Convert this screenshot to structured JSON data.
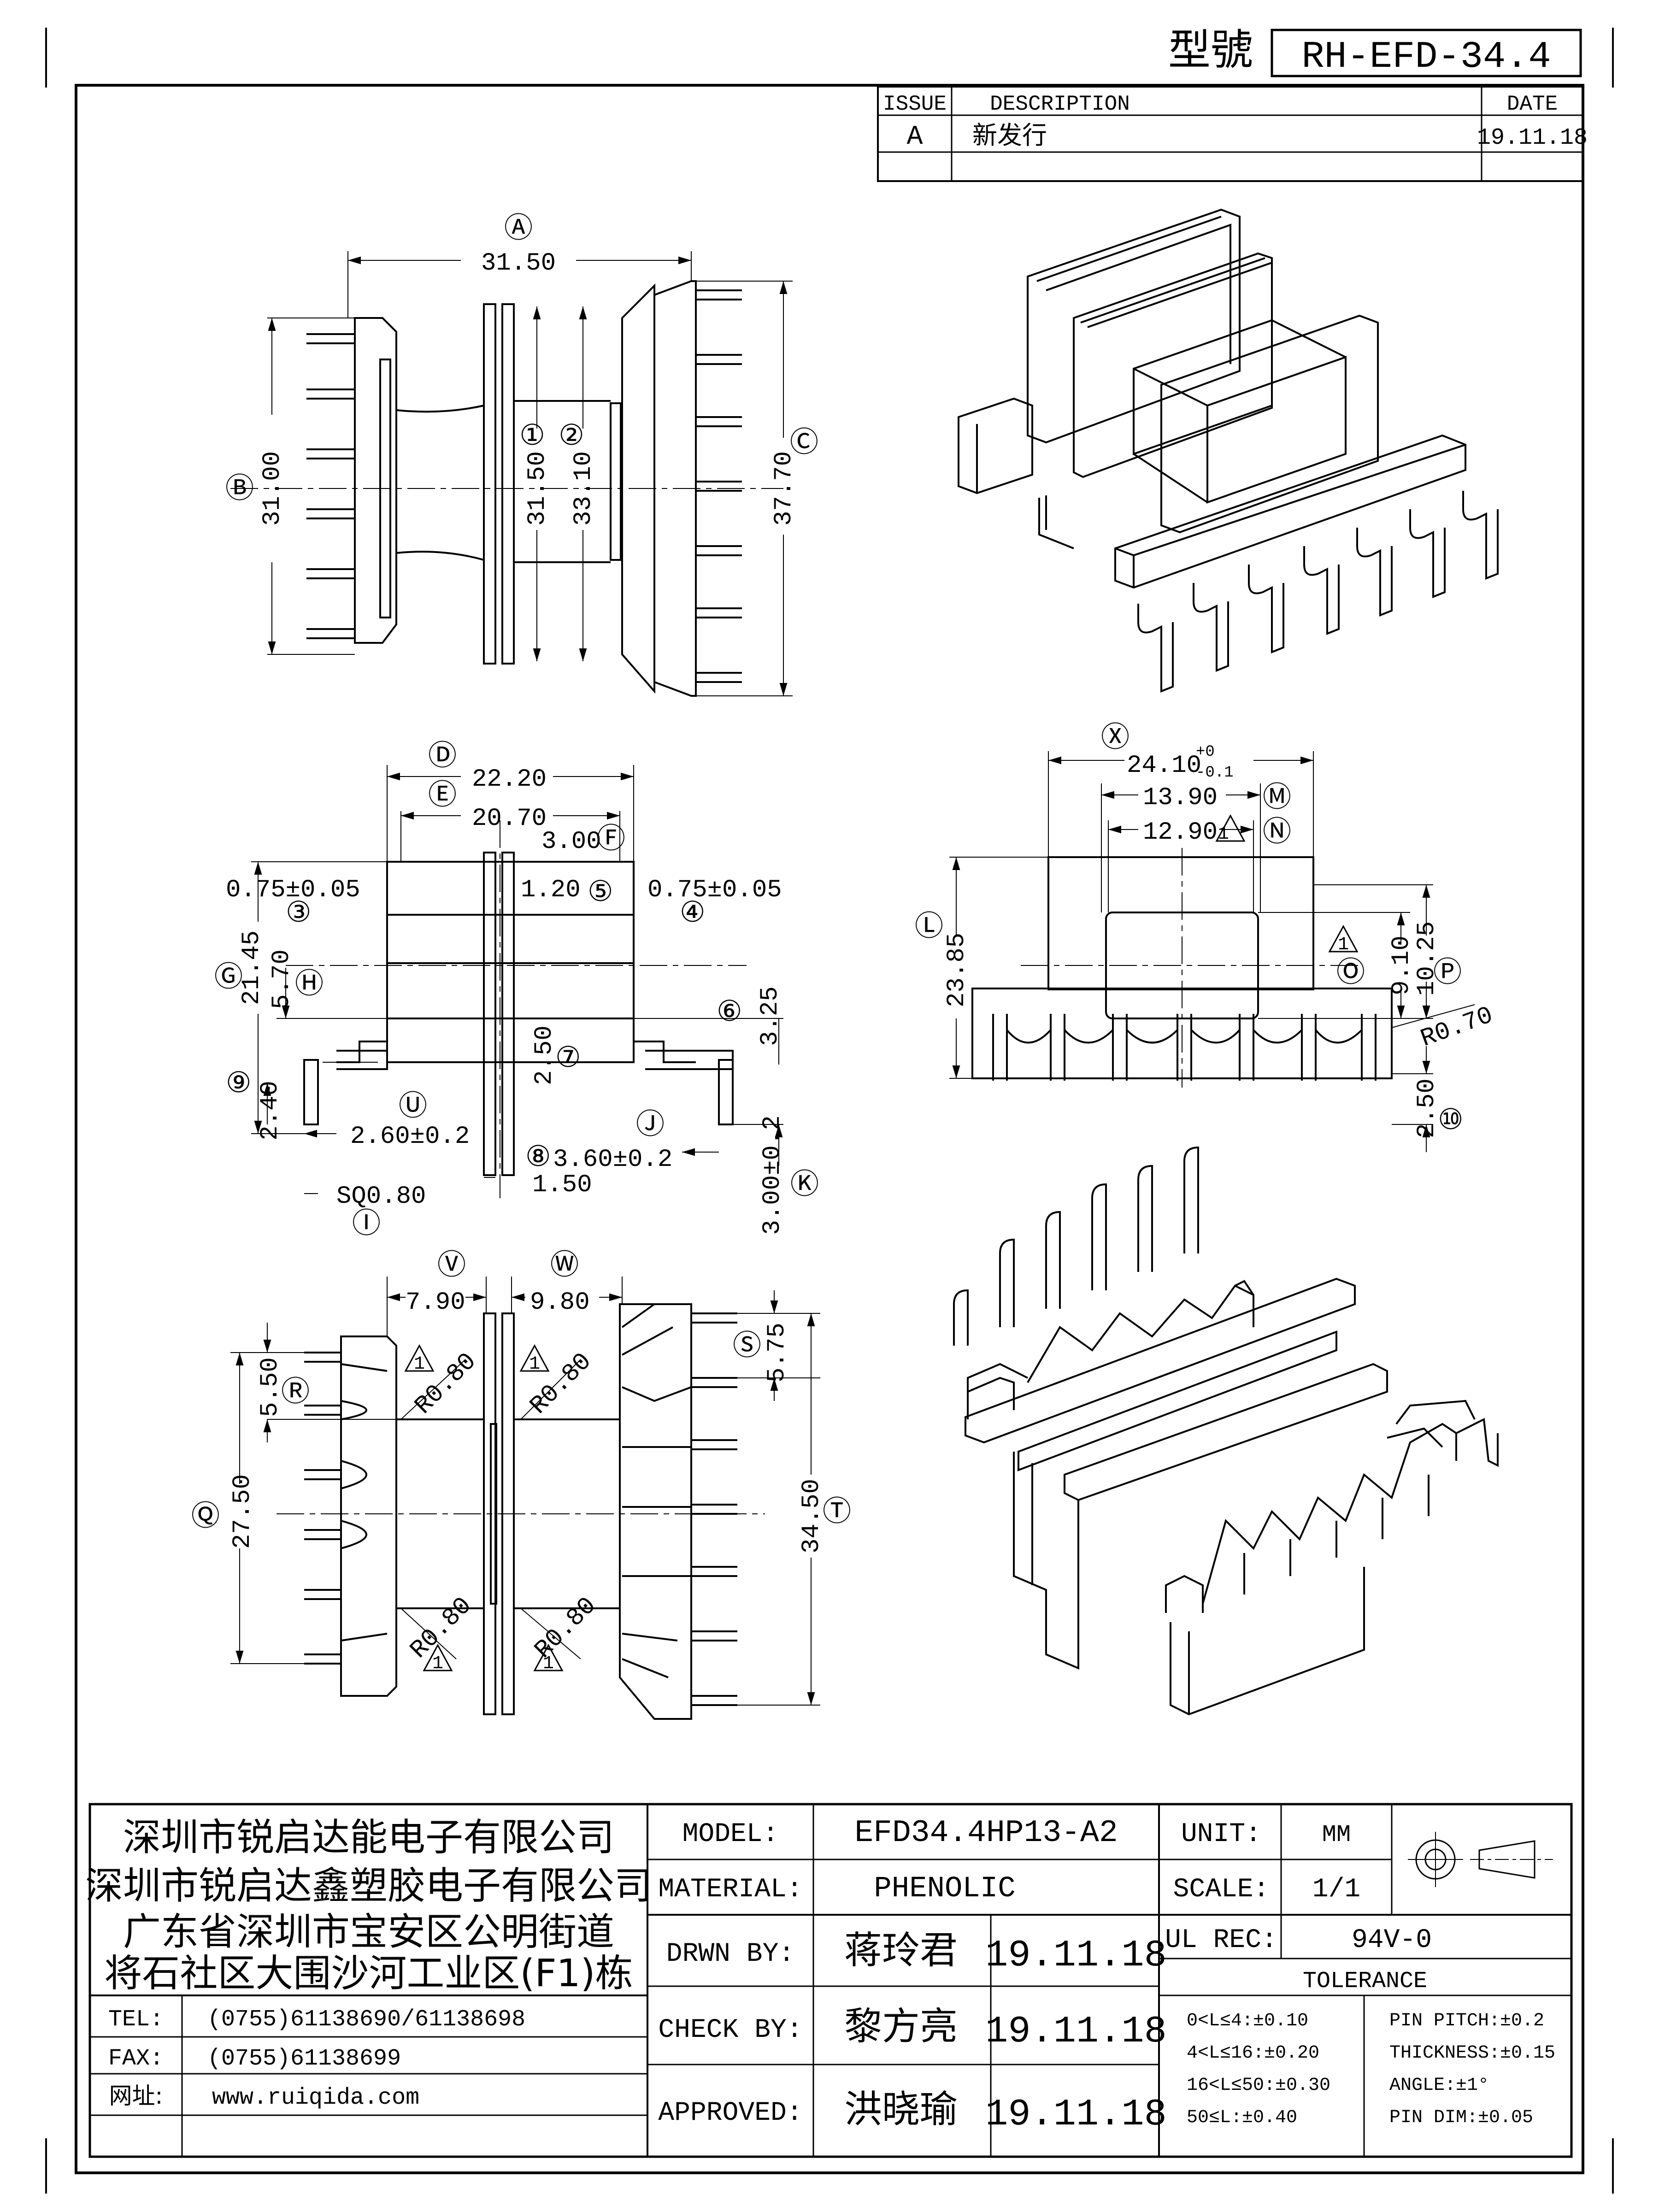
{
  "header": {
    "model_label": "型號",
    "model_no": "RH-EFD-34.4"
  },
  "revision": {
    "headers": [
      "ISSUE",
      "DESCRIPTION",
      "DATE"
    ],
    "rows": [
      {
        "issue": "A",
        "description": "新发行",
        "date": "19.11.18"
      },
      {
        "issue": "",
        "description": "",
        "date": ""
      }
    ]
  },
  "views": {
    "top": {
      "A": "Ⓐ",
      "B": "Ⓑ",
      "C": "Ⓒ",
      "one": "①",
      "two": "②",
      "d_a": "31.50",
      "d_b": "31.00",
      "d_c": "37.70",
      "d_1": "31.50",
      "d_2": "33.10"
    },
    "side": {
      "D": "Ⓓ",
      "E": "Ⓔ",
      "F": "Ⓕ",
      "G": "Ⓖ",
      "H": "Ⓗ",
      "I": "Ⓘ",
      "J": "Ⓙ",
      "K": "Ⓚ",
      "U": "Ⓤ",
      "three": "③",
      "four": "④",
      "five": "⑤",
      "six": "⑥",
      "seven": "⑦",
      "eight": "⑧",
      "nine": "⑨",
      "d_d": "22.20",
      "d_e": "20.70",
      "d_f": "3.00",
      "d_3": "0.75±0.05",
      "d_4": "0.75±0.05",
      "d_5": "1.20",
      "d_g": "21.45",
      "d_h": "5.70",
      "d_6": "3.25",
      "d_7": "2.50",
      "d_9": "2.40",
      "d_u": "2.60±0.2",
      "d_8": "3.60±0.2",
      "d_15": "1.50",
      "d_k": "3.00±0.2",
      "d_i": "SQ0.80"
    },
    "front": {
      "X": "Ⓧ",
      "M": "Ⓜ",
      "N": "Ⓝ",
      "L": "Ⓛ",
      "O": "Ⓞ",
      "P": "Ⓟ",
      "ten": "⑩",
      "d_x": "24.10",
      "d_x_tol_up": "+0",
      "d_x_tol_dn": "-0.1",
      "d_m": "13.90",
      "d_n": "12.90",
      "d_l": "23.85",
      "d_o": "9.10",
      "d_p": "10.25",
      "d_r": "R0.70",
      "d_10": "2.50",
      "tri": "1"
    },
    "bottom": {
      "V": "Ⓥ",
      "W": "Ⓦ",
      "R": "Ⓡ",
      "S": "Ⓢ",
      "Q": "Ⓠ",
      "T": "Ⓣ",
      "d_v": "7.90",
      "d_w": "9.80",
      "d_r": "5.50",
      "d_s": "5.75",
      "d_q": "27.50",
      "d_t": "34.50",
      "r08": "R0.80",
      "tri": "1"
    }
  },
  "title_block": {
    "company": [
      "深圳市锐启达能电子有限公司",
      "深圳市锐启达鑫塑胶电子有限公司",
      "广东省深圳市宝安区公明街道",
      "将石社区大围沙河工业区(F1)栋"
    ],
    "contacts": [
      {
        "label": "TEL:",
        "value": "(0755)61138690/61138698"
      },
      {
        "label": "FAX:",
        "value": "(0755)61138699"
      },
      {
        "label": "网址:",
        "value": "www.ruiqida.com"
      }
    ],
    "model_label": "MODEL:",
    "model_value": "EFD34.4HP13-A2",
    "material_label": "MATERIAL:",
    "material_value": "PHENOLIC",
    "drawn_label": "DRWN BY:",
    "drawn_name": "蒋玲君",
    "drawn_date": "19.11.18",
    "check_label": "CHECK BY:",
    "check_name": "黎方亮",
    "check_date": "19.11.18",
    "approved_label": "APPROVED:",
    "approved_name": "洪晓瑜",
    "approved_date": "19.11.18",
    "unit_label": "UNIT:",
    "unit_value": "MM",
    "scale_label": "SCALE:",
    "scale_value": "1/1",
    "ul_label": "UL REC:",
    "ul_value": "94V-0",
    "tolerance_label": "TOLERANCE",
    "tol_left": [
      "0<L≤4:±0.10",
      "4<L≤16:±0.20",
      "16<L≤50:±0.30",
      "50≤L:±0.40"
    ],
    "tol_right": [
      "PIN PITCH:±0.2",
      "THICKNESS:±0.15",
      "ANGLE:±1°",
      "PIN DIM:±0.05"
    ]
  }
}
